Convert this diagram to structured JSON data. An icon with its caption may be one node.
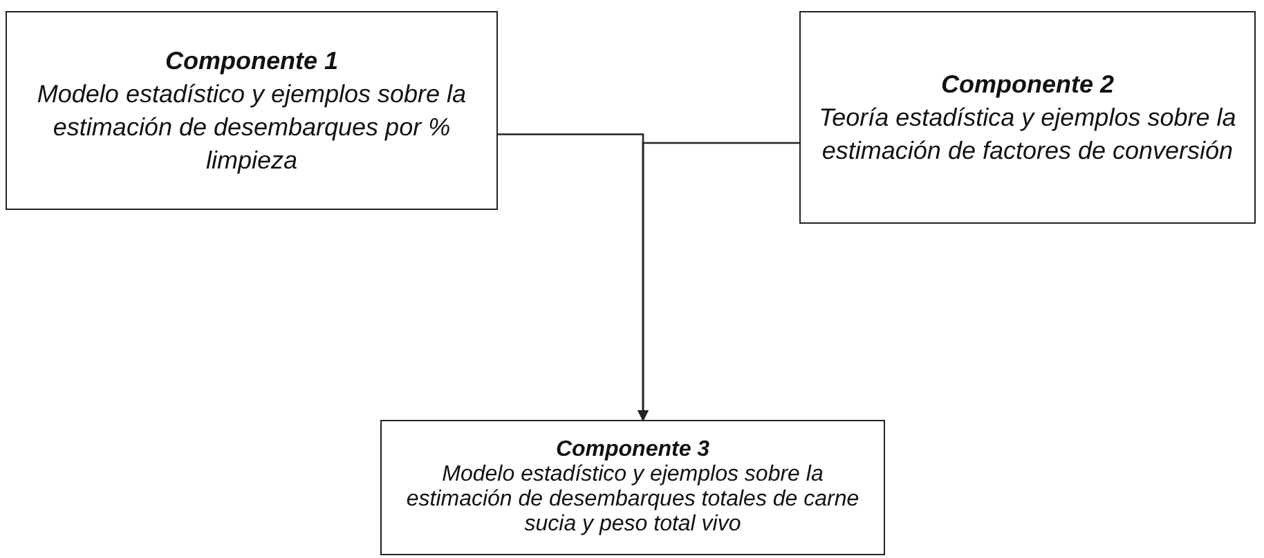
{
  "diagram": {
    "nodes": [
      {
        "text": [
          "Componente 1",
          "Modelo estadístico y ejemplos sobre la estimación de desembarques por % limpieza"
        ]
      },
      {
        "text": [
          "Componente 2",
          "Teoría estadística y ejemplos sobre la estimación de factores de conversión"
        ]
      },
      {
        "text": [
          "Componente 3",
          "Modelo estadístico y ejemplos sobre la estimación de desembarques totales de carne sucia y peso total vivo"
        ]
      }
    ],
    "edges": [
      {
        "from": 0,
        "to": 2,
        "arrow": "to"
      },
      {
        "from": 1,
        "to": 2,
        "arrow": "to"
      }
    ]
  }
}
